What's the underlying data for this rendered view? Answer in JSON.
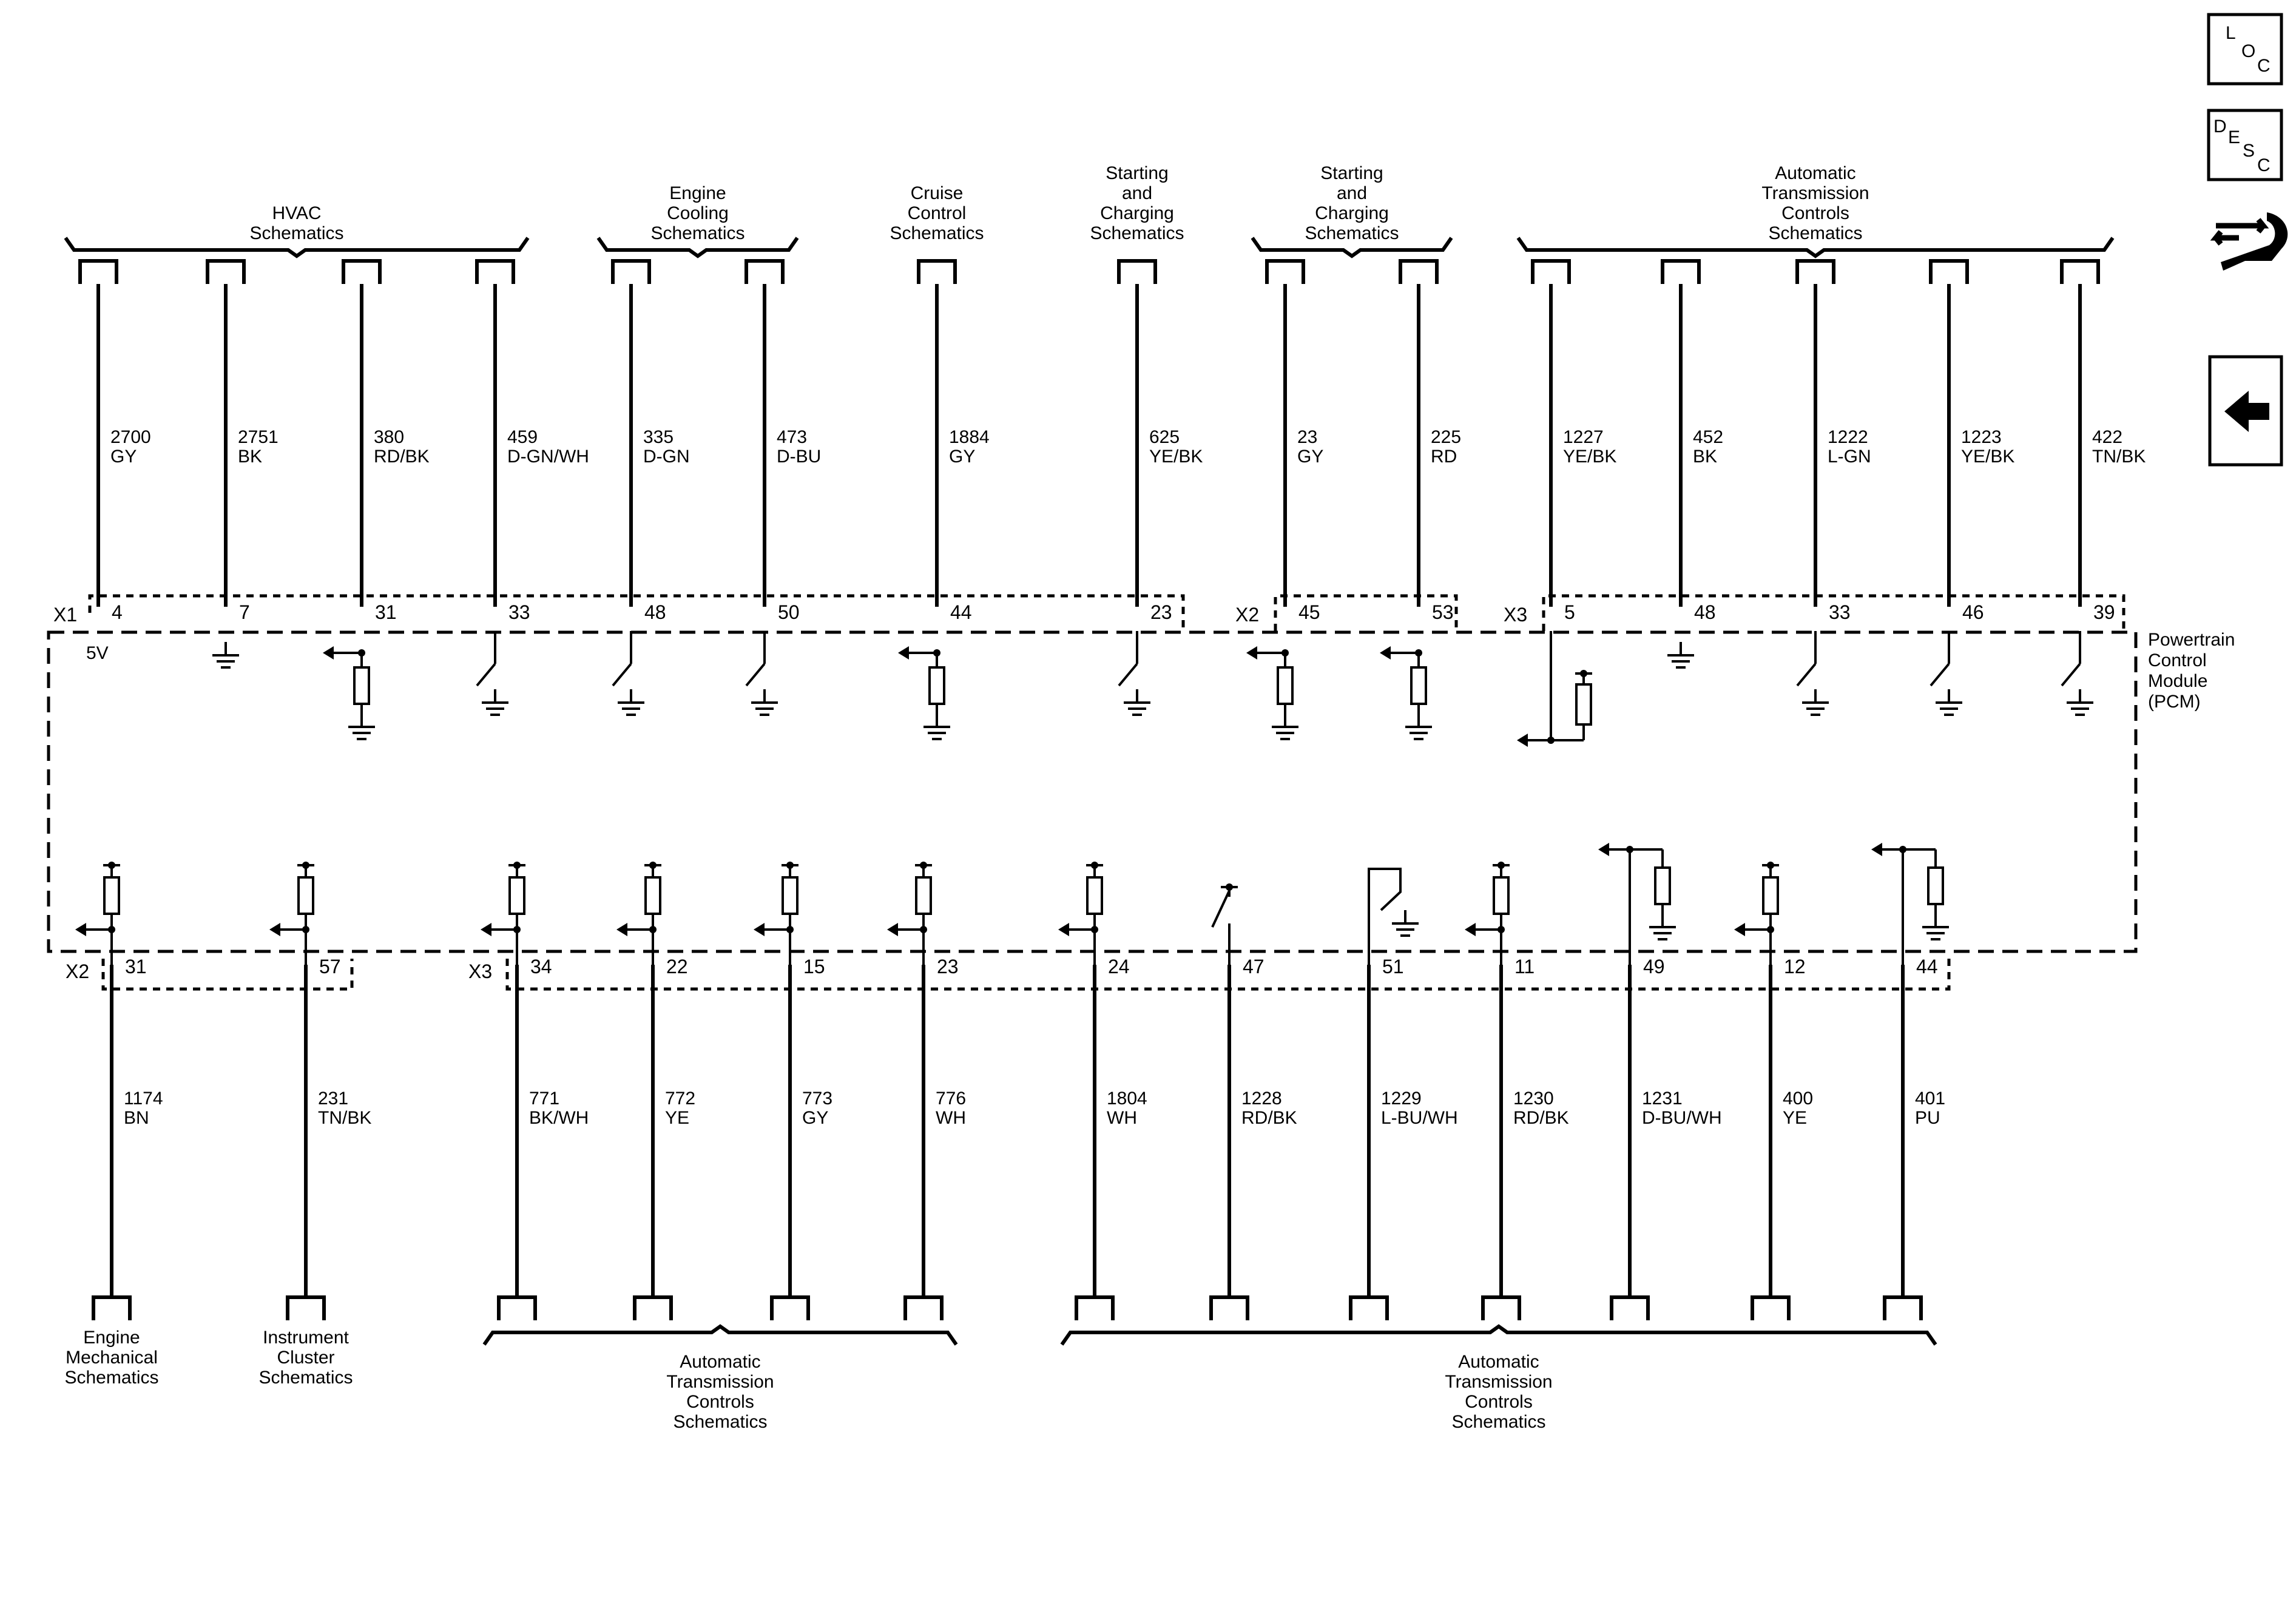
{
  "nav": {
    "loc": {
      "l1": "L",
      "l2": "O",
      "l3": "C"
    },
    "desc": {
      "l1": "D",
      "l2": "E",
      "l3": "S",
      "l4": "C"
    },
    "icon_tools": "wrench-arrow-icon",
    "icon_back": "back-arrow-icon"
  },
  "module": {
    "line1": "Powertrain",
    "line2": "Control",
    "line3": "Module",
    "line4": "(PCM)"
  },
  "voltage_label": "5V",
  "top_connectors": [
    {
      "label": "X1"
    },
    {
      "label": "X2"
    },
    {
      "label": "X3"
    }
  ],
  "bottom_connectors": [
    {
      "label": "X2"
    },
    {
      "label": "X3"
    }
  ],
  "top_groups": [
    {
      "lines": [
        "HVAC",
        "Schematics"
      ]
    },
    {
      "lines": [
        "Engine",
        "Cooling",
        "Schematics"
      ]
    },
    {
      "lines": [
        "Cruise",
        "Control",
        "Schematics"
      ]
    },
    {
      "lines": [
        "Starting",
        "and",
        "Charging",
        "Schematics"
      ]
    },
    {
      "lines": [
        "Starting",
        "and",
        "Charging",
        "Schematics"
      ]
    },
    {
      "lines": [
        "Automatic",
        "Transmission",
        "Controls",
        "Schematics"
      ]
    }
  ],
  "top_wires": [
    {
      "circuit": "2700",
      "color": "GY",
      "pin": "4"
    },
    {
      "circuit": "2751",
      "color": "BK",
      "pin": "7"
    },
    {
      "circuit": "380",
      "color": "RD/BK",
      "pin": "31"
    },
    {
      "circuit": "459",
      "color": "D-GN/WH",
      "pin": "33"
    },
    {
      "circuit": "335",
      "color": "D-GN",
      "pin": "48"
    },
    {
      "circuit": "473",
      "color": "D-BU",
      "pin": "50"
    },
    {
      "circuit": "1884",
      "color": "GY",
      "pin": "44"
    },
    {
      "circuit": "625",
      "color": "YE/BK",
      "pin": "23"
    },
    {
      "circuit": "23",
      "color": "GY",
      "pin": "45"
    },
    {
      "circuit": "225",
      "color": "RD",
      "pin": "53"
    },
    {
      "circuit": "1227",
      "color": "YE/BK",
      "pin": "5"
    },
    {
      "circuit": "452",
      "color": "BK",
      "pin": "48"
    },
    {
      "circuit": "1222",
      "color": "L-GN",
      "pin": "33"
    },
    {
      "circuit": "1223",
      "color": "YE/BK",
      "pin": "46"
    },
    {
      "circuit": "422",
      "color": "TN/BK",
      "pin": "39"
    }
  ],
  "bottom_wires": [
    {
      "circuit": "1174",
      "color": "BN",
      "pin": "31"
    },
    {
      "circuit": "231",
      "color": "TN/BK",
      "pin": "57"
    },
    {
      "circuit": "771",
      "color": "BK/WH",
      "pin": "34"
    },
    {
      "circuit": "772",
      "color": "YE",
      "pin": "22"
    },
    {
      "circuit": "773",
      "color": "GY",
      "pin": "15"
    },
    {
      "circuit": "776",
      "color": "WH",
      "pin": "23"
    },
    {
      "circuit": "1804",
      "color": "WH",
      "pin": "24"
    },
    {
      "circuit": "1228",
      "color": "RD/BK",
      "pin": "47"
    },
    {
      "circuit": "1229",
      "color": "L-BU/WH",
      "pin": "51"
    },
    {
      "circuit": "1230",
      "color": "RD/BK",
      "pin": "11"
    },
    {
      "circuit": "1231",
      "color": "D-BU/WH",
      "pin": "49"
    },
    {
      "circuit": "400",
      "color": "YE",
      "pin": "12"
    },
    {
      "circuit": "401",
      "color": "PU",
      "pin": "44"
    }
  ],
  "bottom_groups": [
    {
      "lines": [
        "Engine",
        "Mechanical",
        "Schematics"
      ]
    },
    {
      "lines": [
        "Instrument",
        "Cluster",
        "Schematics"
      ]
    },
    {
      "lines": [
        "Automatic",
        "Transmission",
        "Controls",
        "Schematics"
      ]
    },
    {
      "lines": [
        "Automatic",
        "Transmission",
        "Controls",
        "Schematics"
      ]
    }
  ]
}
